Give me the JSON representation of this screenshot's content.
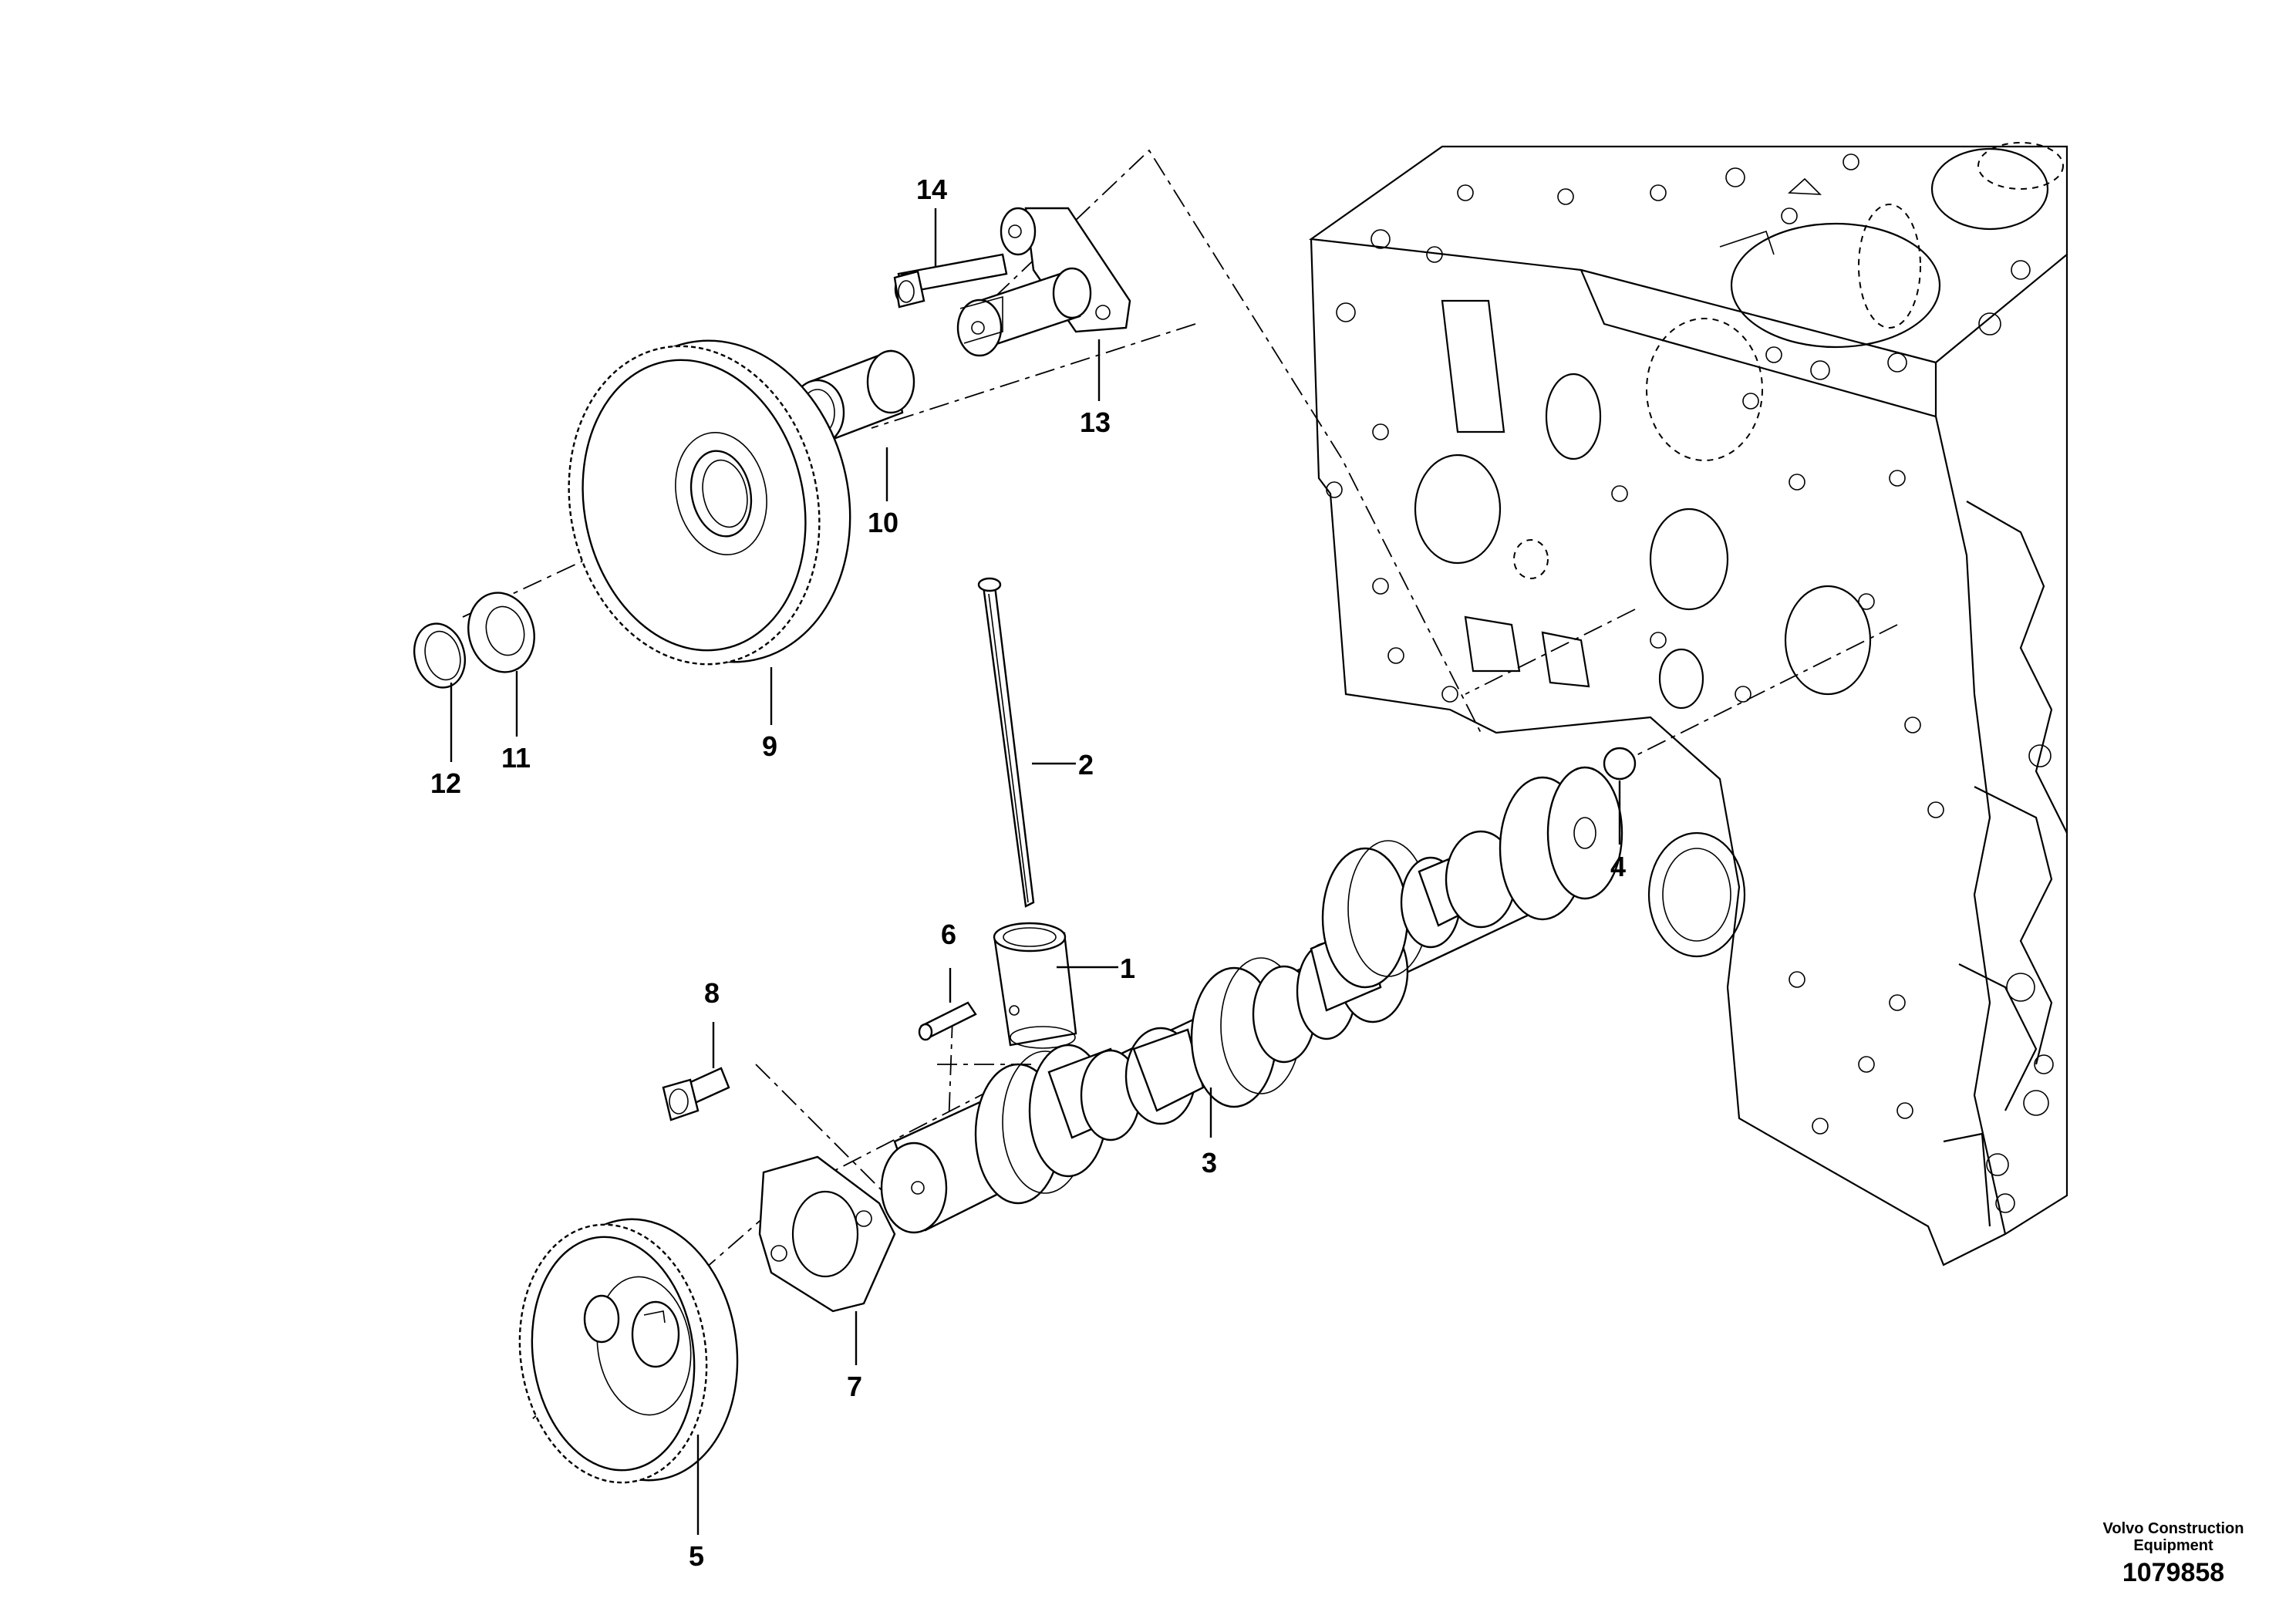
{
  "diagram": {
    "callouts": [
      {
        "id": "1",
        "label": "1"
      },
      {
        "id": "2",
        "label": "2"
      },
      {
        "id": "3",
        "label": "3"
      },
      {
        "id": "4",
        "label": "4"
      },
      {
        "id": "5",
        "label": "5"
      },
      {
        "id": "6",
        "label": "6"
      },
      {
        "id": "7",
        "label": "7"
      },
      {
        "id": "8",
        "label": "8"
      },
      {
        "id": "9",
        "label": "9"
      },
      {
        "id": "10",
        "label": "10"
      },
      {
        "id": "11",
        "label": "11"
      },
      {
        "id": "12",
        "label": "12"
      },
      {
        "id": "13",
        "label": "13"
      },
      {
        "id": "14",
        "label": "14"
      }
    ],
    "brand_line1": "Volvo Construction",
    "brand_line2": "Equipment",
    "drawing_number": "1079858"
  },
  "colors": {
    "line": "#000000",
    "background": "#ffffff"
  }
}
